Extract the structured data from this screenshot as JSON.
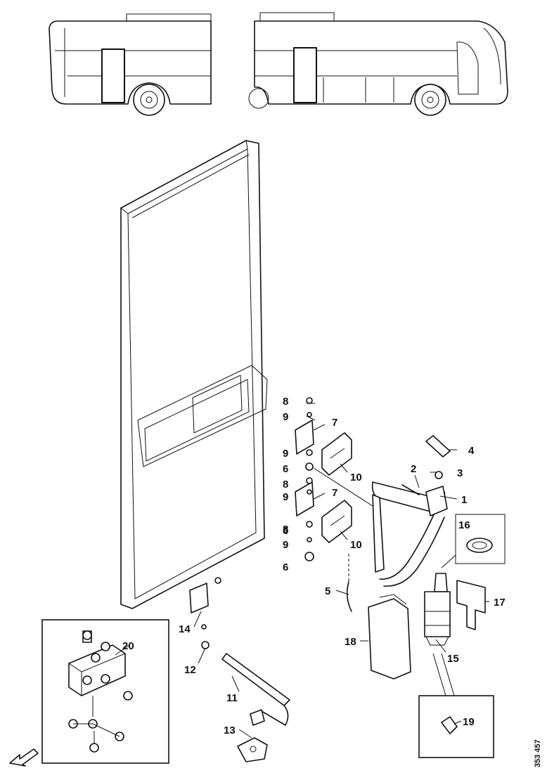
{
  "callouts": {
    "c1": "1",
    "c2": "2",
    "c3": "3",
    "c4": "4",
    "c5": "5",
    "c6a": "6",
    "c6b": "6",
    "c6c": "6",
    "c7a": "7",
    "c7b": "7",
    "c8a": "8",
    "c8b": "8",
    "c8c": "8",
    "c9a": "9",
    "c9b": "9",
    "c9c": "9",
    "c9d": "9",
    "c10a": "10",
    "c10b": "10",
    "c11": "11",
    "c12": "12",
    "c13": "13",
    "c14": "14",
    "c15": "15",
    "c16": "16",
    "c17": "17",
    "c18": "18",
    "c19": "19",
    "c20": "20"
  },
  "reference_number": "353 457"
}
